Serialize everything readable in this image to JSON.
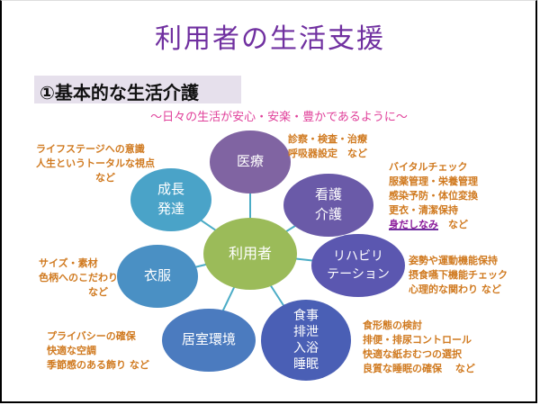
{
  "title": "利用者の生活支援",
  "subtitle": "①基本的な生活介護",
  "tagline": "～日々の生活が安心・安楽・豊かであるように～",
  "center": "利用者",
  "nodes": {
    "iryo": "医療",
    "kango": "看護\n介護",
    "reha": "リハビリ\nテーション",
    "shokuji": "食事\n排泄\n入浴\n睡眠",
    "kyoshitsu": "居室環境",
    "ifuku": "衣服",
    "seicho": "成長\n発達"
  },
  "notes": {
    "iryo": "診察・検査・治療\n呼吸器設定　など",
    "kango": "バイタルチェック\n服薬管理・栄養管理\n感染予防・体位変換\n更衣・清潔保持",
    "kango_highlight": "身だしなみ",
    "kango_suffix": "　など",
    "reha": "姿勢や運動機能保持\n摂食嚥下機能チェック\n心理的な関わり など",
    "shokuji": "食形態の検討\n排便・排尿コントロール\n快適な紙おむつの選択\n良質な睡眠の確保　 など",
    "kyoshitsu": "プライバシーの確保\n快適な空調\n季節感のある飾り など",
    "ifuku": "サイズ・素材\n色柄へのこだわり\n　　　　　など",
    "seicho": "ライフステージへの意識\n人生というトータルな視点\n　　　　　　など"
  },
  "colors": {
    "center": "#9bbb59",
    "accent": "#7030a0",
    "note": "#d07a20",
    "tagline": "#e0409a"
  }
}
